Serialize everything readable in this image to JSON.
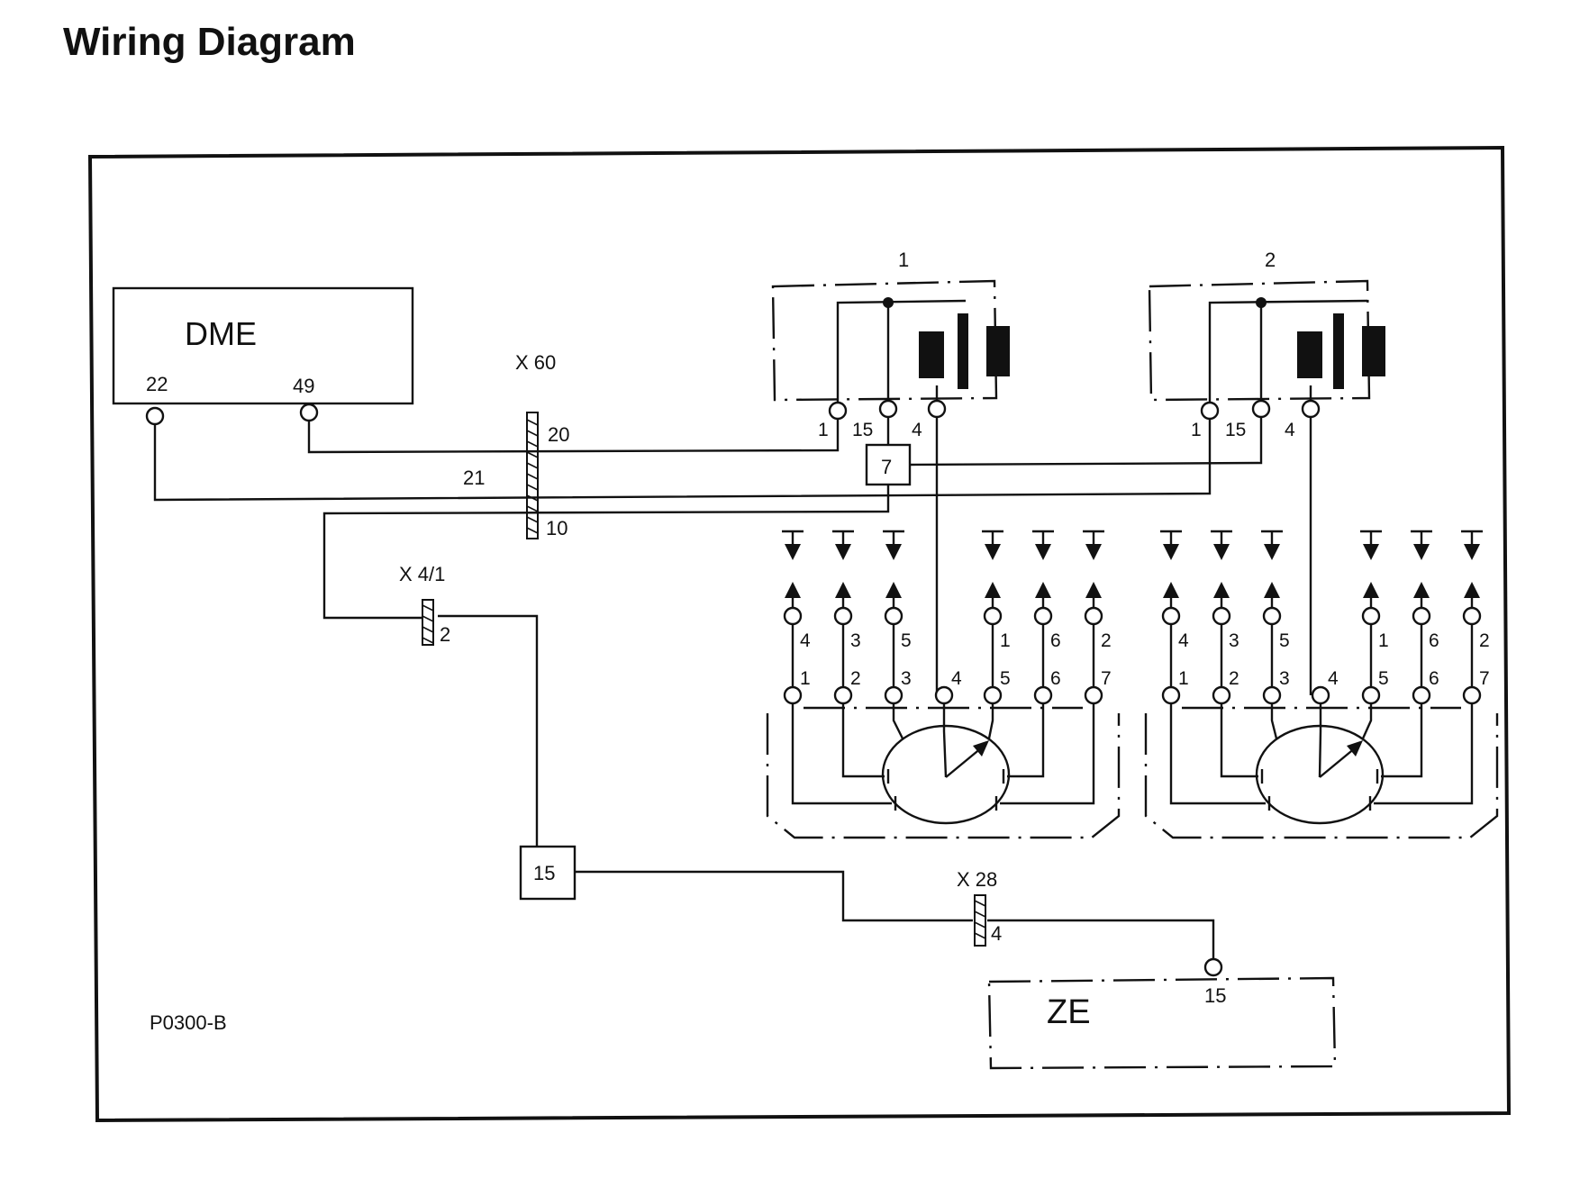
{
  "title": "Wiring Diagram",
  "ref": "P0300-B",
  "dme": {
    "label": "DME",
    "pin_a": "22",
    "pin_b": "49"
  },
  "x60": {
    "label": "X 60",
    "pin_top": "20",
    "pin_mid": "21",
    "pin_bot": "10"
  },
  "x41": {
    "label": "X 4/1",
    "pin": "2"
  },
  "x28": {
    "label": "X 28",
    "pin": "4"
  },
  "relay7": "7",
  "box15": "15",
  "ze": {
    "label": "ZE",
    "pin": "15"
  },
  "coils": [
    {
      "id": "1",
      "pins": [
        "1",
        "15",
        "4"
      ]
    },
    {
      "id": "2",
      "pins": [
        "1",
        "15",
        "4"
      ]
    }
  ],
  "distributors": [
    {
      "upper": [
        "4",
        "3",
        "5",
        "1",
        "6",
        "2"
      ],
      "lower": [
        "1",
        "2",
        "3",
        "4",
        "5",
        "6",
        "7"
      ]
    },
    {
      "upper": [
        "4",
        "3",
        "5",
        "1",
        "6",
        "2"
      ],
      "lower": [
        "1",
        "2",
        "3",
        "4",
        "5",
        "6",
        "7"
      ]
    }
  ]
}
